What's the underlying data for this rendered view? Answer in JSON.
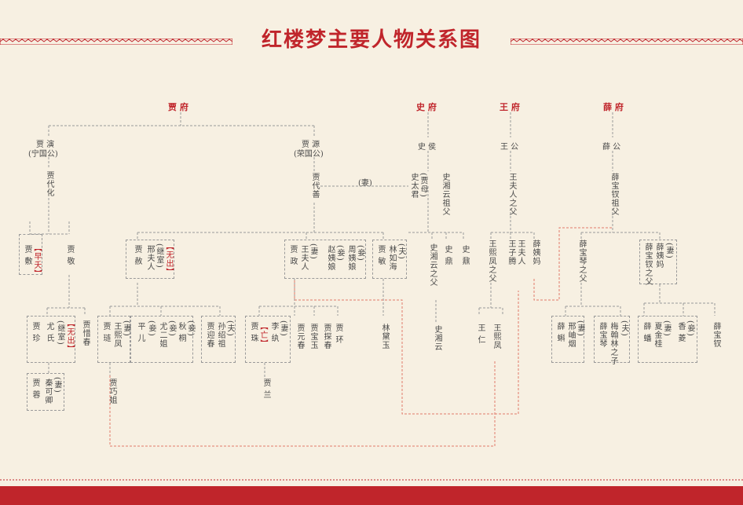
{
  "title": "红楼梦主要人物关系图",
  "colors": {
    "accent": "#c0252b",
    "line": "#9a9a9a",
    "red_line": "#e07a6b",
    "background": "#f7f0e2"
  },
  "houses": {
    "jia": "贾 府",
    "shi": "史 府",
    "wang": "王 府",
    "xue": "薛 府"
  },
  "gen1": {
    "jia_yan": "贾 演",
    "jia_yan_title": "(宁国公)",
    "jia_yuan": "贾 源",
    "jia_yuan_title": "(荣国公)",
    "shi_hou": "史 侯",
    "wang_gong": "王 公",
    "xue_gong": "薛 公"
  },
  "gen2": {
    "jia_daihua": "贾代化",
    "jia_daishan": "贾代善",
    "wife_label": "(妻)",
    "shi_taijun": "史太君",
    "shi_taijun_note": "(贾母)",
    "shi_xiangyun_grandfather": "史湘云祖父",
    "wang_furen_grandfather": "王夫人之父",
    "xue_baochai_grandfather": "薛宝钗祖父"
  },
  "gen3": {
    "jia_fu": "贾 敷",
    "younger_note": "【早夭】",
    "jia_jing": "贾 敬",
    "jia_she": "贾 赦",
    "xing_furen": "邢夫人",
    "xing_note": "(继室)",
    "xing_note2": "【无出】",
    "jia_zheng": "贾 政",
    "wang_furen": "王夫人",
    "zhao_yiniang": "赵姨娘",
    "zhou_yiniang": "周姨娘",
    "concubine_note": "(妾)",
    "jia_min": "贾 敏",
    "lin_ruhai": "林如海",
    "husband_note": "(夫)",
    "shi_xiangyun_father": "史湘云之父",
    "shi_ding": "史 鼎",
    "shi_nai": "史 鼐",
    "wang_xifeng_father": "王熙凤之父",
    "wang_ziteng": "王子腾",
    "wang_furen2": "王夫人",
    "xue_yima": "薛姨妈",
    "xue_baoqin_father": "薛宝琴之父",
    "xue_baochai_father": "薛宝钗之父",
    "xue_yima2": "薛姨妈"
  },
  "gen4": {
    "jia_zhen": "贾 珍",
    "you_shi": "尤 氏",
    "you_note": "(继室)",
    "you_note2": "【无出】",
    "jia_xichun": "贾惜春",
    "jia_lian": "贾 琏",
    "wang_xifeng": "王熙凤",
    "ping_er": "平 儿",
    "you_erjie": "尤二姐",
    "qiu_tong": "秋 桐",
    "jia_yingchun": "贾迎春",
    "sun_shaozu": "孙绍祖",
    "jia_zhu": "贾 珠",
    "zhu_note": "【亡】",
    "li_wan": "李 纨",
    "jia_yuanchun": "贾元春",
    "jia_baoyu": "贾宝玉",
    "jia_tanchun": "贾探春",
    "jia_huan": "贾 环",
    "lin_daiyu": "林黛玉",
    "shi_xiangyun": "史湘云",
    "wang_ren": "王 仁",
    "wang_xifeng2": "王熙凤",
    "xue_ke": "薛 蝌",
    "xing_xiuyan": "邢岫烟",
    "xue_baoqin": "薛宝琴",
    "mei_hanlin_zi": "梅翰林之子",
    "xue_pan": "薛 蟠",
    "xia_jingui": "夏金桂",
    "xiang_ling": "香 菱",
    "xue_baochai": "薛宝钗"
  },
  "gen5": {
    "jia_rong": "贾 蓉",
    "qin_keqing": "秦可卿",
    "jia_qiaojie": "贾巧姐",
    "jia_lan": "贾 兰"
  }
}
